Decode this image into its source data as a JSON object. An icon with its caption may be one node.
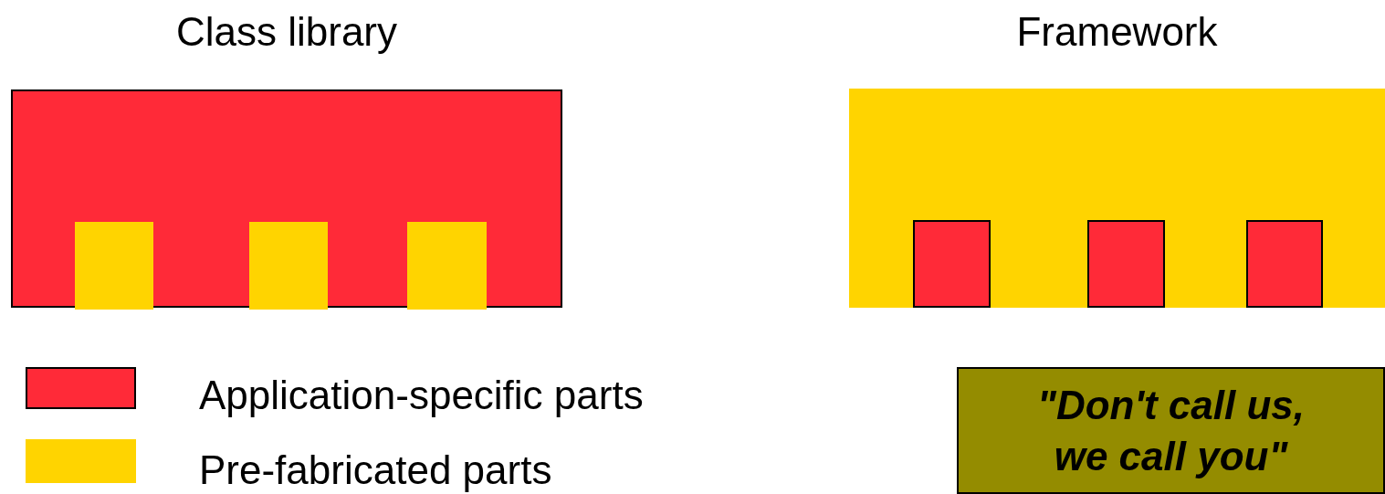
{
  "diagram": {
    "nodes": [
      {
        "text": [
          "Class library"
        ]
      },
      {
        "text": [],
        "shape": "box",
        "in": 0
      },
      {
        "text": [],
        "shape": "box",
        "in": 0
      },
      {
        "text": [],
        "shape": "box",
        "in": 0
      },
      {
        "text": [
          "Framework"
        ]
      },
      {
        "text": [],
        "shape": "box",
        "in": 4
      },
      {
        "text": [],
        "shape": "box",
        "in": 4
      },
      {
        "text": [],
        "shape": "box",
        "in": 4
      },
      {
        "text": [
          "\"Don't call us, we call you\""
        ]
      }
    ],
    "legend": [
      {
        "text": "Application-specific parts",
        "color": "#ff2a38"
      },
      {
        "text": "Pre-fabricated parts",
        "color": "#ffd400"
      }
    ]
  }
}
